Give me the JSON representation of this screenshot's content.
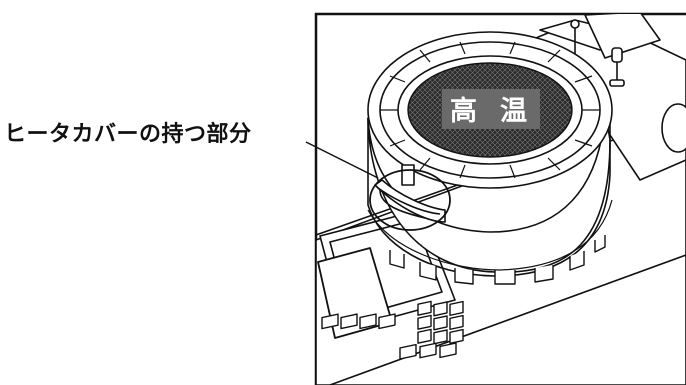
{
  "callout": {
    "label": "ヒータカバーの持つ部分"
  },
  "warning_label": {
    "char_1": "高",
    "char_2": "温"
  },
  "colors": {
    "line": "#111111",
    "background": "#ffffff",
    "label_plate": "#6a6a6a",
    "mesh": "#2b2b2b"
  },
  "icons": [
    "heater-cover-handle-icon"
  ]
}
